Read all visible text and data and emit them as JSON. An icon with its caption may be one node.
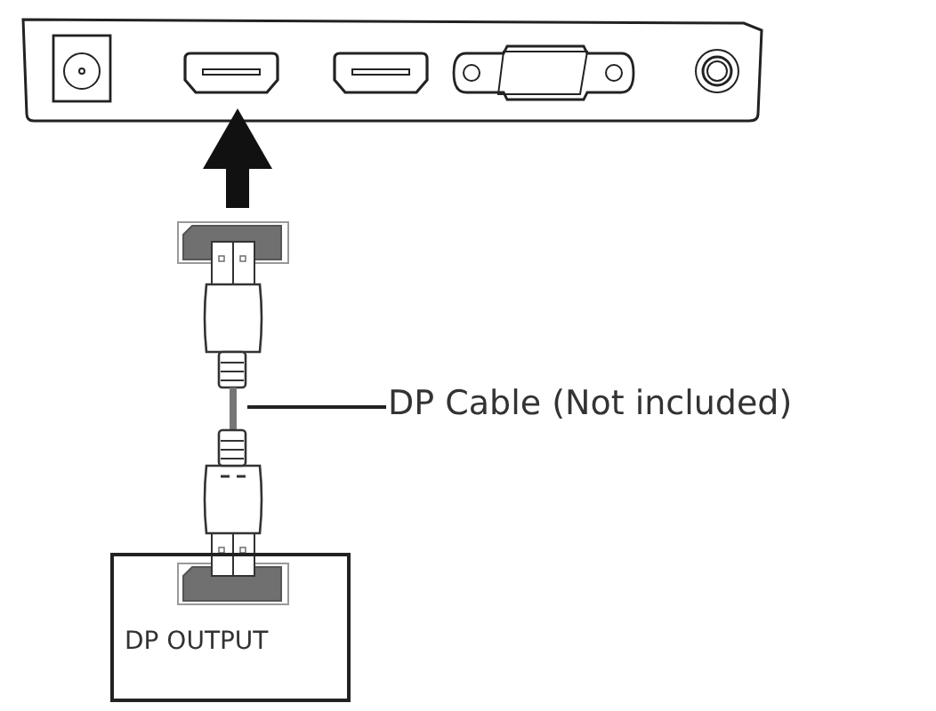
{
  "diagram": {
    "nodes": [
      {
        "text": [
          "DP Cable (Not included)"
        ]
      },
      {
        "text": [],
        "shape": "cable"
      },
      {
        "text": [
          "DP OUTPUT"
        ]
      }
    ],
    "edges": [
      {
        "from": 0,
        "to": 1,
        "arrow": "none"
      }
    ]
  }
}
